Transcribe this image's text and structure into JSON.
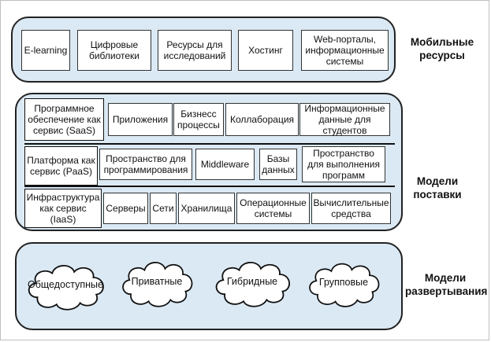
{
  "mobile": {
    "title": "Мобильные\nресурсы",
    "items": [
      "E-learning",
      "Цифровые\nбиблиотеки",
      "Ресурсы для\nисследований",
      "Хостинг",
      "Web-порталы,\nинформационные\nсистемы"
    ]
  },
  "delivery": {
    "title": "Модели\nпоставки",
    "saas": {
      "lead": "Программное\nобеспечение как\nсервис (SaaS)",
      "items": [
        "Приложения",
        "Бизнесс\nпроцессы",
        "Коллаборация",
        "Информационные\nданные для\nстудентов"
      ]
    },
    "paas": {
      "lead": "Платформа как\nсервис (PaaS)",
      "items": [
        "Пространство для\nпрограммирования",
        "Middleware",
        "Базы\nданных",
        "Пространство\nдля выполнения\nпрограмм"
      ]
    },
    "iaas": {
      "lead": "Инфраструктура\nкак сервис (IaaS)",
      "items": [
        "Серверы",
        "Сети",
        "Хранилища",
        "Операционные\nсистемы",
        "Вычислительные\nсредства"
      ]
    }
  },
  "deployment": {
    "title": "Модели\nразвертывания",
    "clouds": [
      "Общедоступные",
      "Приватные",
      "Гибридные",
      "Групповые"
    ]
  }
}
